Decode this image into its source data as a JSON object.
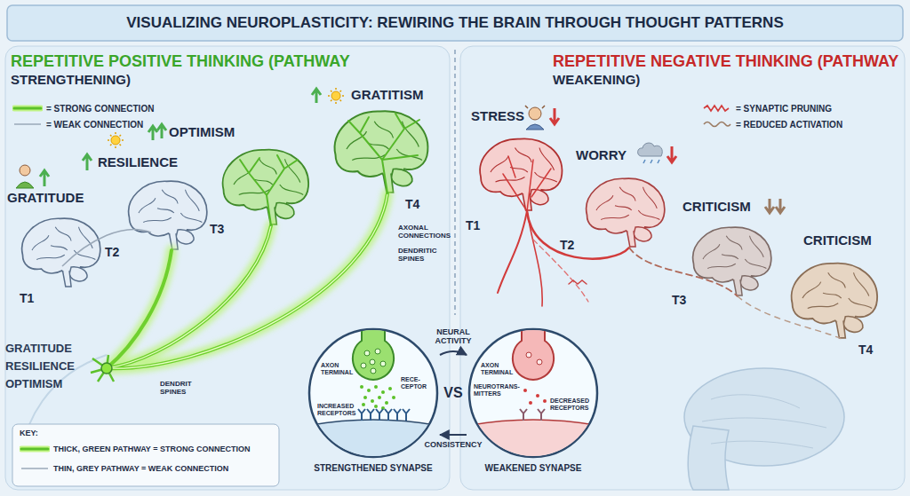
{
  "diagram": {
    "title": "VISUALIZING NEUROPLASTICITY: REWIRING THE BRAIN THROUGH THOUGHT PATTERNS",
    "nodes": [
      {
        "text": [
          "STRENGTHENED SYNAPSE",
          "AXON TERMINAL",
          "RECE- CEPTOR",
          "INCREASED RECEPTORS"
        ]
      },
      {
        "text": [
          "WEAKENED SYNAPSE",
          "AXON TERMINAL",
          "NEUROTRANS- MITTERS",
          "DECREASED RECEPTORS"
        ]
      }
    ],
    "edges": [
      {
        "from": 0,
        "to": 1,
        "label": "NEURAL ACTIVITY",
        "arrow": "to"
      },
      {
        "from": 1,
        "to": 0,
        "label": "CONSISTENCY",
        "arrow": "to"
      }
    ],
    "labels": [
      "REPETITIVE POSITIVE THINKING (PATHWAY STRENGTHENING)",
      "REPETITIVE NEGATIVE THINKING (PATHWAY WEAKENING)",
      "GRATITUDE",
      "RESILIENCE",
      "OPTIMISM",
      "GRATITISM",
      "T1",
      "T2",
      "T3",
      "T4",
      "AXONAL CONNECTIONS",
      "DENDRITIC SPINES",
      "GRATITUDE",
      "RESILIENCE",
      "OPTIMISM",
      "DENDRIT SPINES",
      "KEY:",
      "STRESS",
      "WORRY",
      "CRITICISM",
      "CRITICISM",
      "T1",
      "T2",
      "T3",
      "T4",
      "VS"
    ],
    "legend": [
      {
        "text": "= STRONG CONNECTION"
      },
      {
        "text": "= WEAK CONNECTION"
      },
      {
        "text": "= SYNAPTIC PRUNING"
      },
      {
        "text": "= REDUCED ACTIVATION"
      },
      {
        "text": "THICK, GREEN PATHWAY = STRONG CONNECTION"
      },
      {
        "text": "THIN, GREY PATHWAY = WEAK CONNECTION"
      }
    ]
  }
}
